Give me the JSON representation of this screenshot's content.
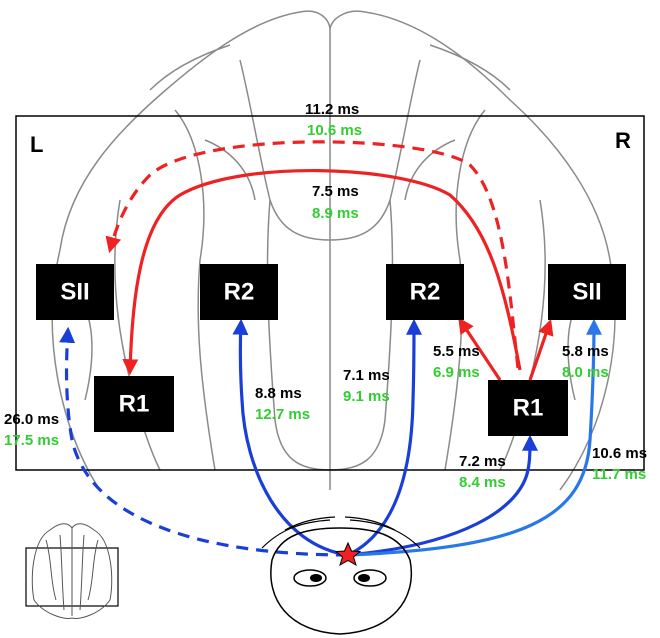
{
  "side_labels": {
    "left": "L",
    "right": "R"
  },
  "regions": {
    "sii_left": "SII",
    "r2_left": "R2",
    "r2_right": "R2",
    "sii_right": "SII",
    "r1_left": "R1",
    "r1_right": "R1"
  },
  "latencies": {
    "top_dashed": {
      "black": "11.2 ms",
      "green": "10.6 ms"
    },
    "top_solid": {
      "black": "7.5 ms",
      "green": "8.9 ms"
    },
    "r1_to_r2": {
      "black": "5.5 ms",
      "green": "6.9 ms"
    },
    "r1_to_sii": {
      "black": "5.8 ms",
      "green": "8.0 ms"
    },
    "left_sii": {
      "black": "26.0 ms",
      "green": "17.5 ms"
    },
    "left_r2": {
      "black": "8.8 ms",
      "green": "12.7 ms"
    },
    "right_r2": {
      "black": "7.1 ms",
      "green": "9.1 ms"
    },
    "right_r1": {
      "black": "7.2 ms",
      "green": "8.4 ms"
    },
    "right_sii": {
      "black": "10.6 ms",
      "green": "11.7 ms"
    }
  },
  "colors": {
    "callosal_pathway": "#ee2222",
    "thalamic_pathway": "#1a3fd8",
    "latency_primary": "#000000",
    "latency_secondary": "#33cc33",
    "stimulus_star": "#ee2222"
  },
  "icons": {
    "stimulus": "red-star-icon",
    "brain_inset": "brain-outline-icon"
  }
}
